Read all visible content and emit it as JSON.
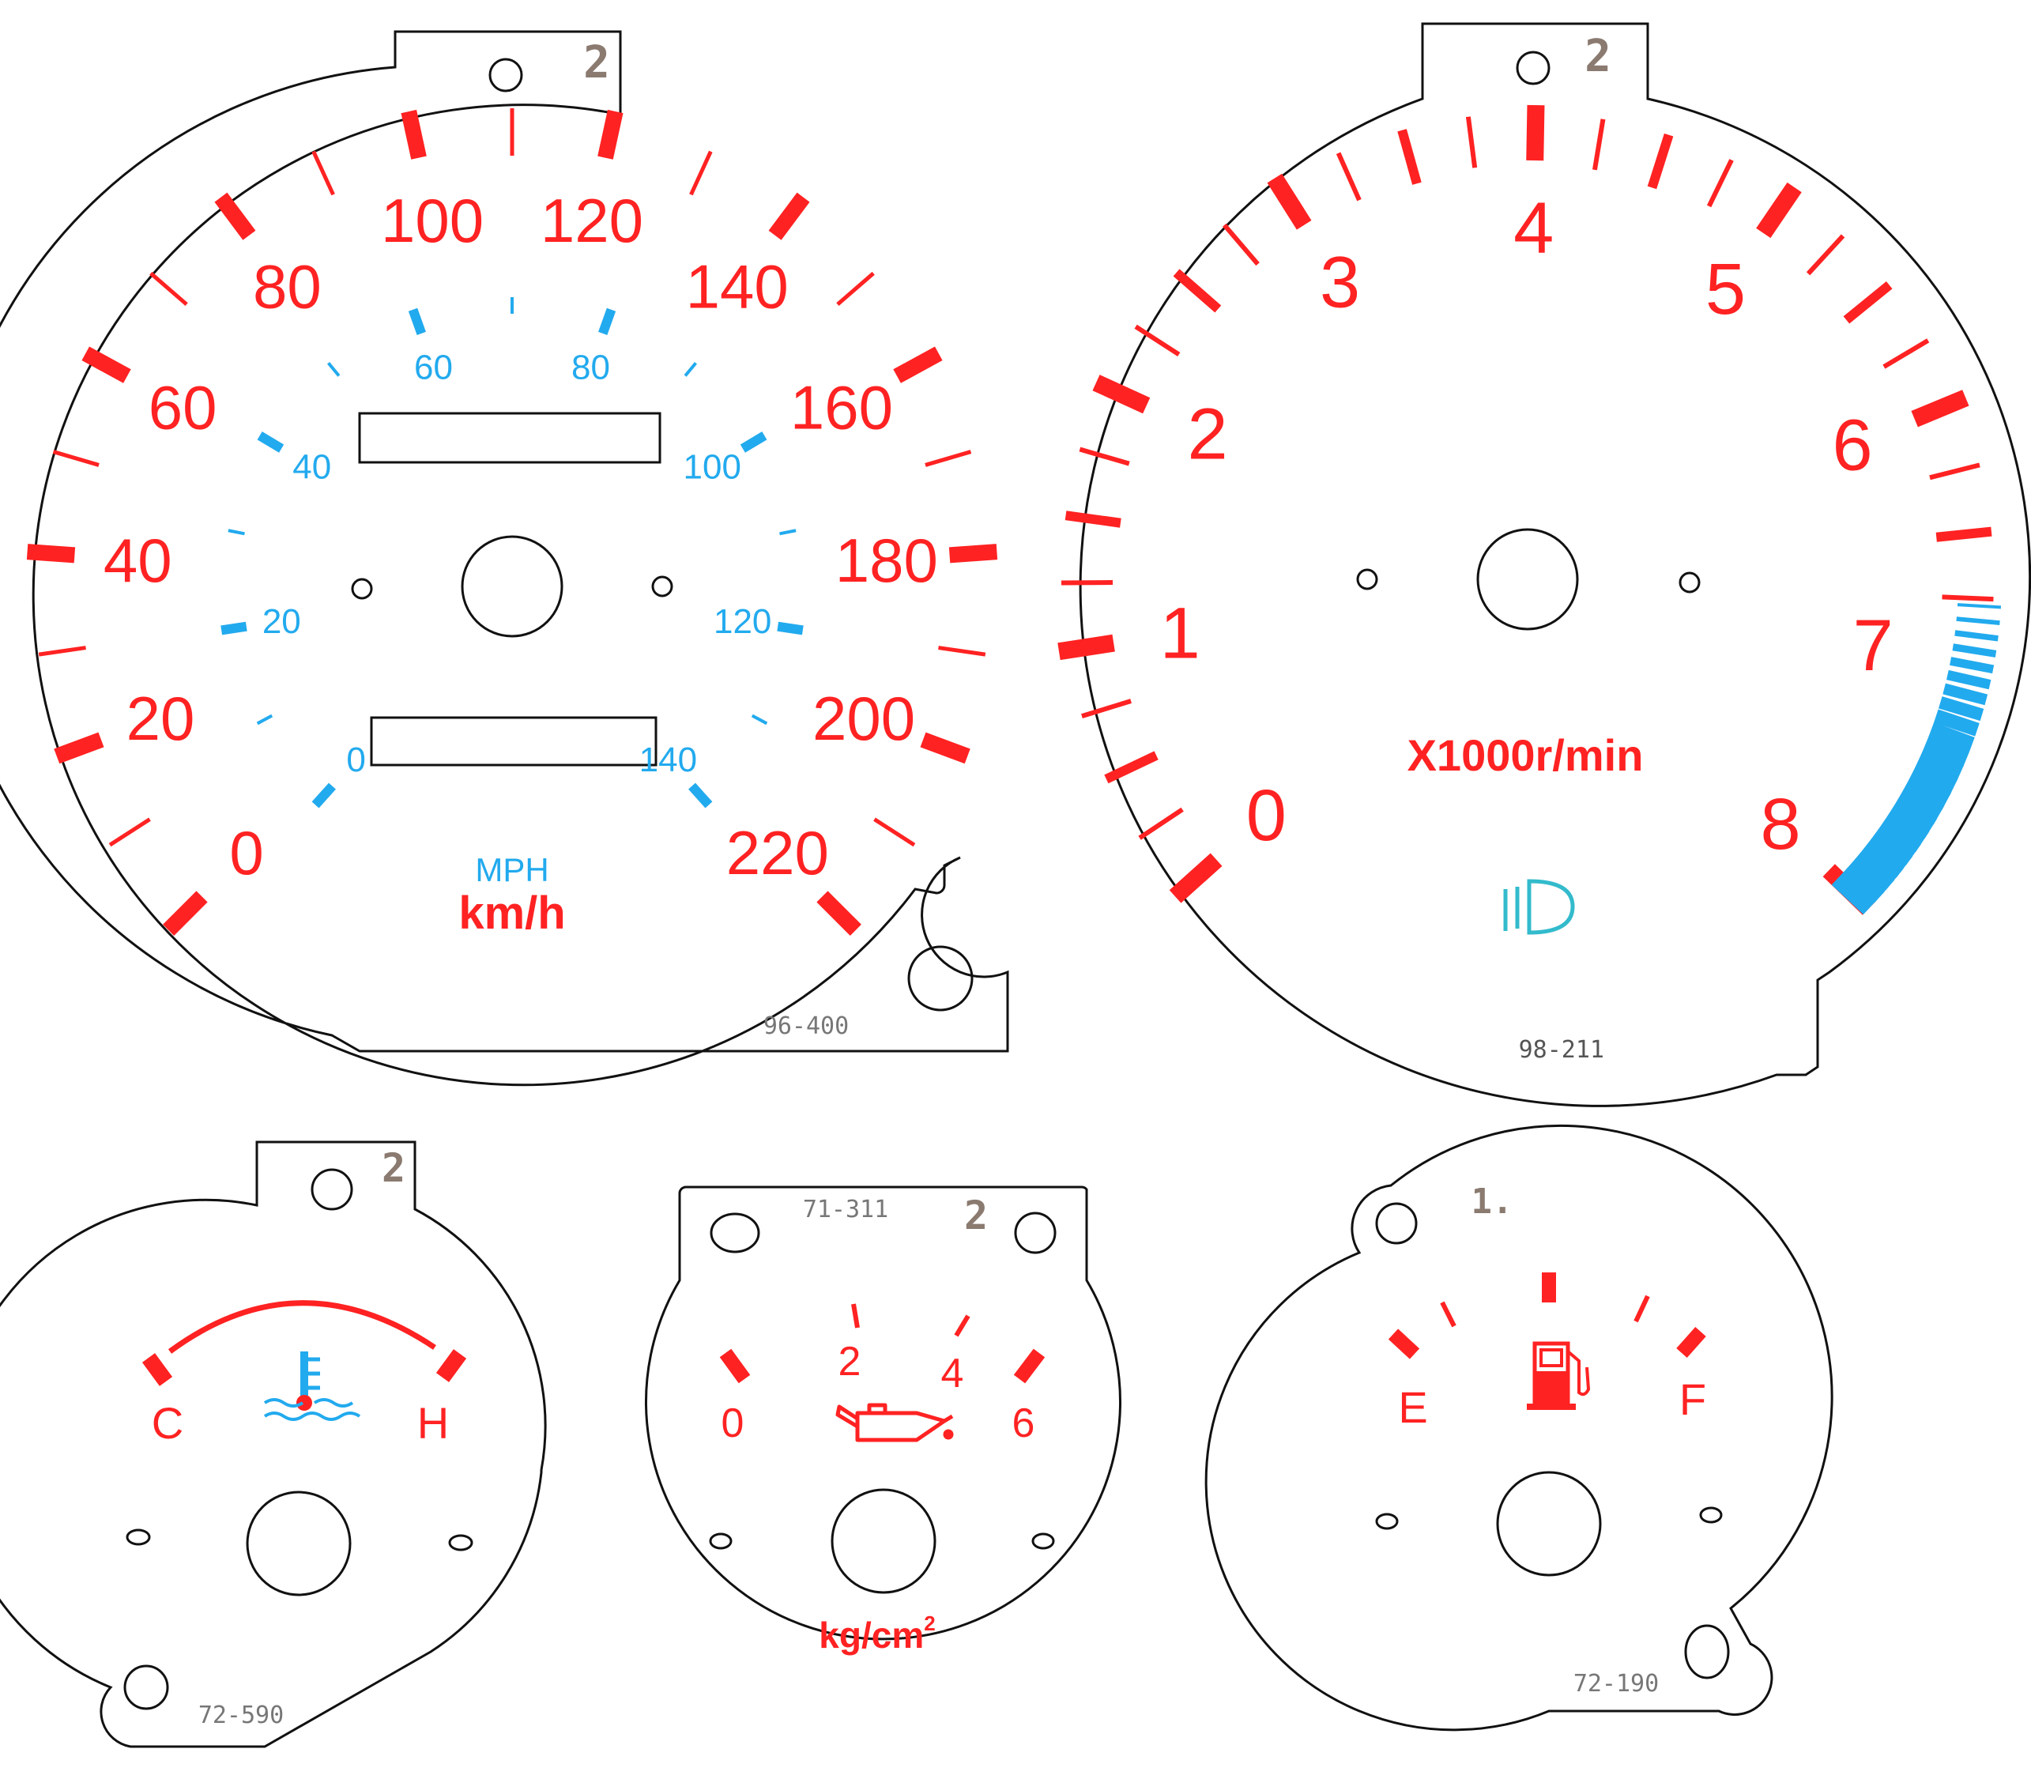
{
  "colors": {
    "red": "#ff2222",
    "blue": "#22aaee",
    "outline": "#111111",
    "code": "#777777",
    "version": "#8a7a70",
    "dot": "#cc3333",
    "lamp": "#33bbcc"
  },
  "speedometer": {
    "version": "2",
    "code": "96-400",
    "kmh_labels": [
      "0",
      "20",
      "40",
      "60",
      "80",
      "100",
      "120",
      "140",
      "160",
      "180",
      "200",
      "220"
    ],
    "mph_labels": [
      "0",
      "20",
      "40",
      "60",
      "80",
      "100",
      "120",
      "140"
    ],
    "unit_mph": "MPH",
    "unit_kmh": "km/h"
  },
  "tachometer": {
    "version": "2",
    "code": "98-211",
    "labels": [
      "0",
      "1",
      "2",
      "3",
      "4",
      "5",
      "6",
      "7",
      "8"
    ],
    "unit": "X1000r/min",
    "lamp_icon": "headlight-icon"
  },
  "temperature_gauge": {
    "version": "2",
    "code": "72-590",
    "label_cold": "C",
    "label_hot": "H",
    "icon": "coolant-temperature-icon"
  },
  "oil_pressure_gauge": {
    "version": "2",
    "code": "71-311",
    "labels": [
      "0",
      "2",
      "4",
      "6"
    ],
    "unit": "kg/cm",
    "unit_sup": "2",
    "icon": "oil-can-icon"
  },
  "fuel_gauge": {
    "version": "1.",
    "code": "72-190",
    "label_empty": "E",
    "label_full": "F",
    "icon": "fuel-pump-icon"
  }
}
